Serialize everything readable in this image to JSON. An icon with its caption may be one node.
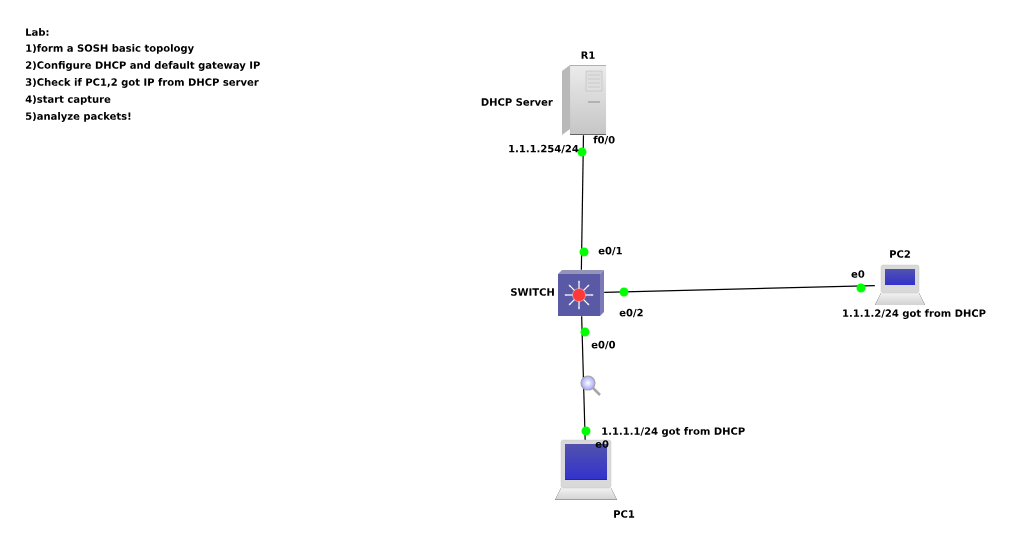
{
  "diagram": {
    "nodes": [
      {
        "text": [
          "R1",
          "DHCP Server"
        ]
      },
      {
        "text": [
          "SWITCH"
        ]
      },
      {
        "text": [
          "PC2"
        ]
      },
      {
        "text": [
          "PC1"
        ]
      }
    ],
    "edges": [
      {
        "from": 0,
        "to": 1,
        "arrow": "none"
      },
      {
        "from": 1,
        "to": 2,
        "arrow": "none"
      },
      {
        "from": 1,
        "to": 3,
        "arrow": "none"
      }
    ],
    "labels": [
      "Lab:",
      "1)form a SOSH basic topology",
      "2)Configure DHCP and default gateway IP",
      "3)Check if PC1,2 got IP from DHCP server",
      "4)start capture",
      "5)analyze packets!",
      "f0/0",
      "1.1.1.254/24",
      "e0/1",
      "e0",
      "e0/2",
      "e0/0",
      "1.1.1.2/24 got from DHCP",
      "1.1.1.1/24 got from DHCP",
      "e0"
    ]
  }
}
